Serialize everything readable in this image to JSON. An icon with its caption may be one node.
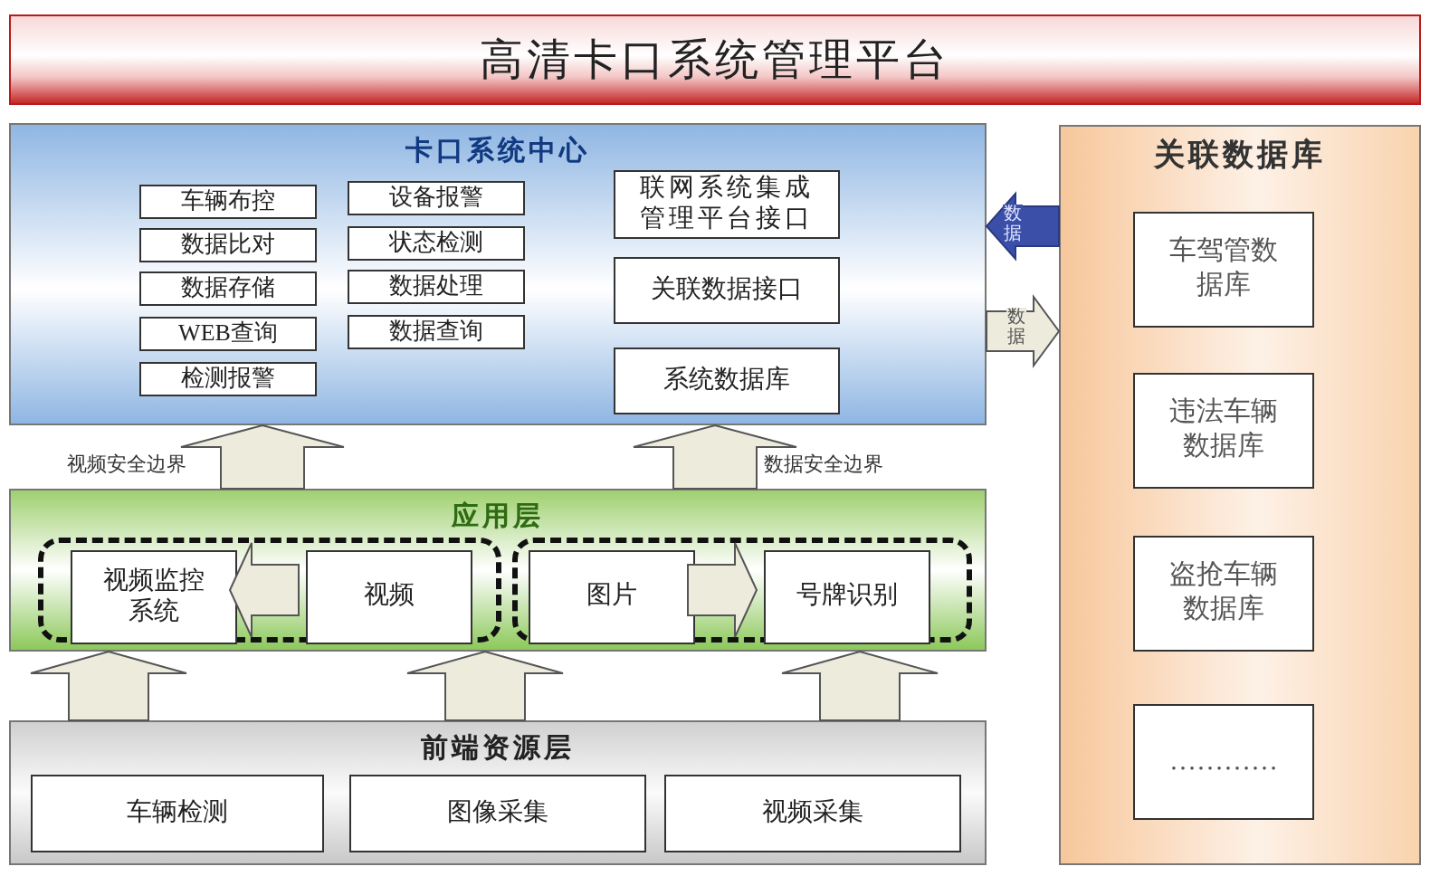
{
  "diagram": {
    "nodes": [
      {
        "text": [
          "高清卡口系统管理平台"
        ]
      },
      {
        "text": [
          "卡口系统中心"
        ]
      },
      {
        "text": [
          "车辆布控"
        ],
        "in": 1
      },
      {
        "text": [
          "设备报警"
        ],
        "in": 1
      },
      {
        "text": [
          "数据比对"
        ],
        "in": 1
      },
      {
        "text": [
          "状态检测"
        ],
        "in": 1
      },
      {
        "text": [
          "数据存储"
        ],
        "in": 1
      },
      {
        "text": [
          "数据处理"
        ],
        "in": 1
      },
      {
        "text": [
          "WEB查询"
        ],
        "in": 1
      },
      {
        "text": [
          "数据查询"
        ],
        "in": 1
      },
      {
        "text": [
          "检测报警"
        ],
        "in": 1
      },
      {
        "text": [
          "联网系统集成管理平台接口"
        ],
        "in": 1
      },
      {
        "text": [
          "关联数据接口"
        ],
        "in": 1
      },
      {
        "text": [
          "系统数据库"
        ],
        "in": 1
      },
      {
        "text": [
          "关联数据库"
        ]
      },
      {
        "text": [
          "车驾管数据库"
        ],
        "in": 14
      },
      {
        "text": [
          "违法车辆数据库"
        ],
        "in": 14
      },
      {
        "text": [
          "盗抢车辆数据库"
        ],
        "in": 14
      },
      {
        "text": [
          "…………"
        ],
        "in": 14
      },
      {
        "text": [
          "应用层"
        ]
      },
      {
        "text": [],
        "shape": "box",
        "in": 19
      },
      {
        "text": [
          "视频监控系统"
        ],
        "in": 20
      },
      {
        "text": [
          "视频"
        ],
        "in": 20
      },
      {
        "text": [],
        "shape": "box",
        "in": 19
      },
      {
        "text": [
          "图片"
        ],
        "in": 23
      },
      {
        "text": [
          "号牌识别"
        ],
        "in": 23
      },
      {
        "text": [
          "前端资源层"
        ]
      },
      {
        "text": [
          "车辆检测"
        ],
        "in": 26
      },
      {
        "text": [
          "图像采集"
        ],
        "in": 26
      },
      {
        "text": [
          "视频采集"
        ],
        "in": 26
      }
    ],
    "edges": [
      {
        "from": 14,
        "to": 1,
        "arrow": "to",
        "label": "数据",
        "color": "#3b4fa8"
      },
      {
        "from": 1,
        "to": 14,
        "arrow": "to",
        "label": "数据"
      },
      {
        "from": 19,
        "to": 1,
        "arrow": "to",
        "label": "视频安全边界"
      },
      {
        "from": 19,
        "to": 1,
        "arrow": "to",
        "label": "数据安全边界"
      },
      {
        "from": 22,
        "to": 21,
        "arrow": "to"
      },
      {
        "from": 24,
        "to": 25,
        "arrow": "to"
      },
      {
        "from": 26,
        "to": 19,
        "arrow": "to"
      },
      {
        "from": 26,
        "to": 19,
        "arrow": "to"
      },
      {
        "from": 26,
        "to": 19,
        "arrow": "to"
      }
    ]
  }
}
